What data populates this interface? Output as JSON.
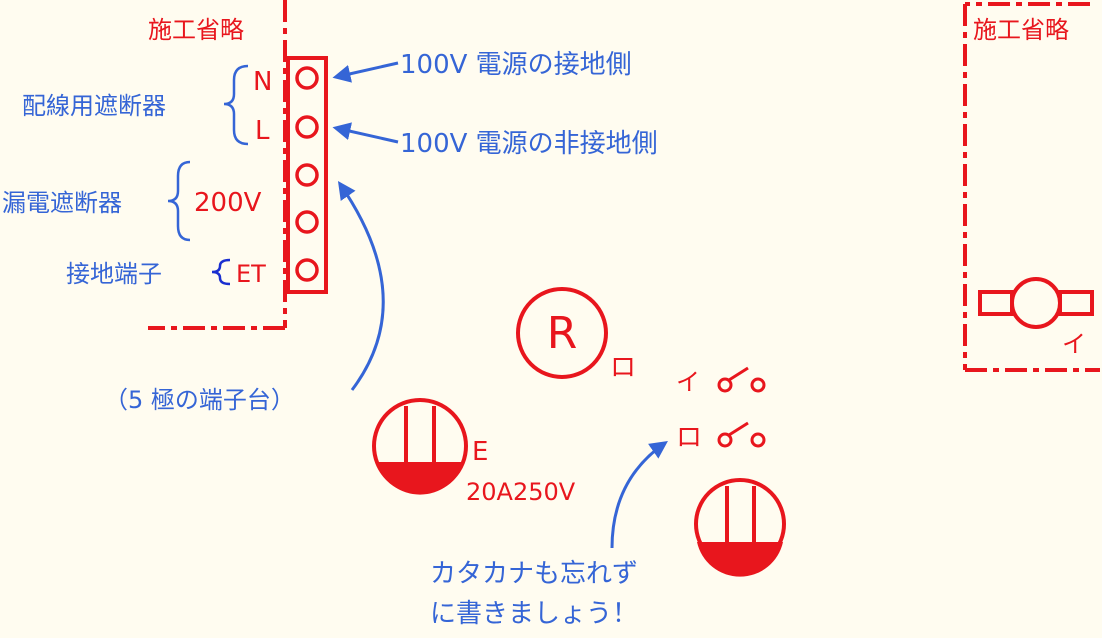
{
  "colors": {
    "red": "#e8161d",
    "blue": "#3565d6",
    "background": "#fffcf0"
  },
  "omitted_left": "施工省略",
  "omitted_right": "施工省略",
  "terminal_block": {
    "terminals": [
      "N",
      "L",
      "200V",
      "ET"
    ],
    "group_breaker": "配線用遮断器",
    "group_leakage": "漏電遮断器",
    "group_earth": "接地端子",
    "note_n": "100V 電源の接地側",
    "note_l": "100V 電源の非接地側",
    "caption": "（5 極の端子台）"
  },
  "receptacle_symbol": "R",
  "labels": {
    "ro_small": "ロ",
    "i_switch": "イ",
    "ro_switch": "ロ",
    "i_right": "イ",
    "outlet_e": "E",
    "outlet_rating": "20A250V"
  },
  "note_katakana": {
    "line1": "カタカナも忘れず",
    "line2": "に書きましょう！"
  }
}
